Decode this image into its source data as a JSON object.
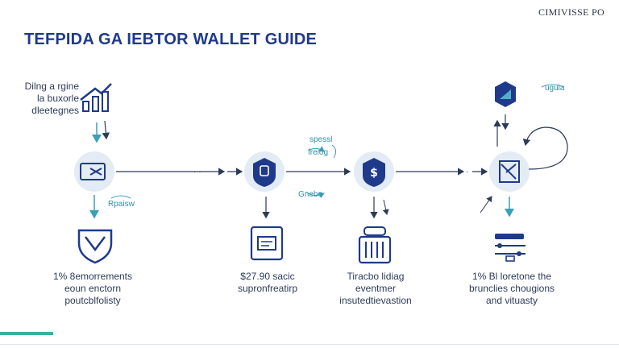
{
  "brand": "CIMIVISSE PO",
  "title": "TEFPIDA GA IEBTOR WALLET GUIDE",
  "intro": {
    "line1": "Dilng a rgine",
    "line2": "la buxorle",
    "line3": "dleetegnes"
  },
  "notes": {
    "spessl": "spessl",
    "freiog": "freiog",
    "rpaisw": "Rpaisw",
    "gnebo": "Gnebo",
    "uguia": "uguia"
  },
  "steps": [
    {
      "line1": "1% 8emorrements",
      "line2": "eoun enctorn",
      "line3": "poutcblfolisty"
    },
    {
      "line1": "$27.90 sacic",
      "line2": "supronfreatirp",
      "line3": ""
    },
    {
      "line1": "Tiracbo lidiag",
      "line2": "eventmer",
      "line3": "insutedtievastion"
    },
    {
      "line1": "1% Bl loretone the",
      "line2": "brunclies chougions",
      "line3": "and vituasty"
    }
  ],
  "colors": {
    "navy": "#1f3a8a",
    "teal": "#3aa0b8",
    "node_bg": "#e3ebf4",
    "line": "#2d3b58",
    "accent_bar": "#3ab0a0"
  }
}
